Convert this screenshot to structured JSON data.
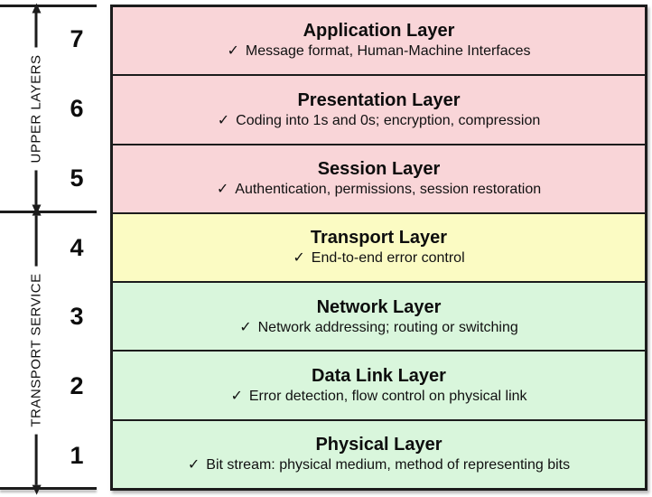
{
  "colors": {
    "pink": "#f9d5d8",
    "yellow": "#fbfbc3",
    "green": "#d9f6dc",
    "border": "#1c1c1c"
  },
  "icons": {
    "check": "✓"
  },
  "rails": {
    "upper": {
      "label": "UPPER LAYERS"
    },
    "transport": {
      "label": "TRANSPORT SERVICE"
    }
  },
  "layers": [
    {
      "number": "7",
      "name": "Application Layer",
      "note": "Message format, Human-Machine Interfaces",
      "color": "#f9d5d8"
    },
    {
      "number": "6",
      "name": "Presentation Layer",
      "note": "Coding into 1s and 0s; encryption, compression",
      "color": "#f9d5d8"
    },
    {
      "number": "5",
      "name": "Session Layer",
      "note": "Authentication, permissions, session restoration",
      "color": "#f9d5d8"
    },
    {
      "number": "4",
      "name": "Transport Layer",
      "note": "End-to-end error control",
      "color": "#fbfbc3"
    },
    {
      "number": "3",
      "name": "Network Layer",
      "note": "Network addressing; routing or switching",
      "color": "#d9f6dc"
    },
    {
      "number": "2",
      "name": "Data Link Layer",
      "note": "Error detection, flow control on physical link",
      "color": "#d9f6dc"
    },
    {
      "number": "1",
      "name": "Physical Layer",
      "note": "Bit stream: physical medium, method of representing bits",
      "color": "#d9f6dc"
    }
  ]
}
